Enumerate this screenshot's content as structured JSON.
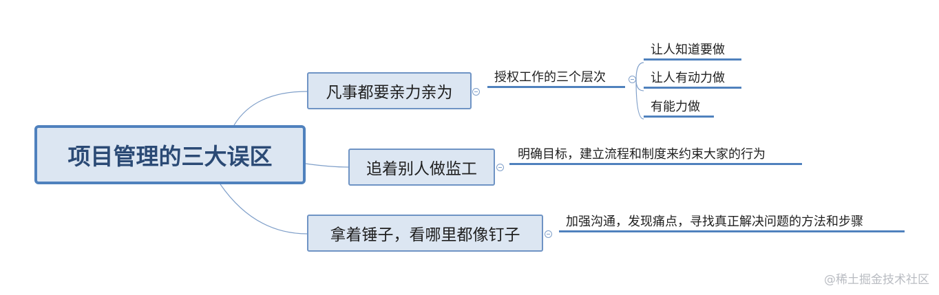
{
  "diagram": {
    "root": {
      "label": "项目管理的三大误区"
    },
    "branches": [
      {
        "label": "凡事都要亲力亲为",
        "child": {
          "label": "授权工作的三个层次",
          "leaves": [
            "让人知道要做",
            "让人有动力做",
            "有能力做"
          ]
        }
      },
      {
        "label": "追着别人做监工",
        "child": {
          "label": "明确目标，建立流程和制度来约束大家的行为"
        }
      },
      {
        "label": "拿着锤子，看哪里都像钉子",
        "child": {
          "label": "加强沟通，发现痛点，寻找真正解决问题的方法和步骤"
        }
      }
    ]
  },
  "watermark": "@稀土掘金技术社区",
  "colors": {
    "node_fill": "#dce6f2",
    "root_border": "#4f81bd",
    "branch_border": "#6e93c4",
    "connector": "#7f9fc9",
    "underline": "#4f81bd"
  }
}
